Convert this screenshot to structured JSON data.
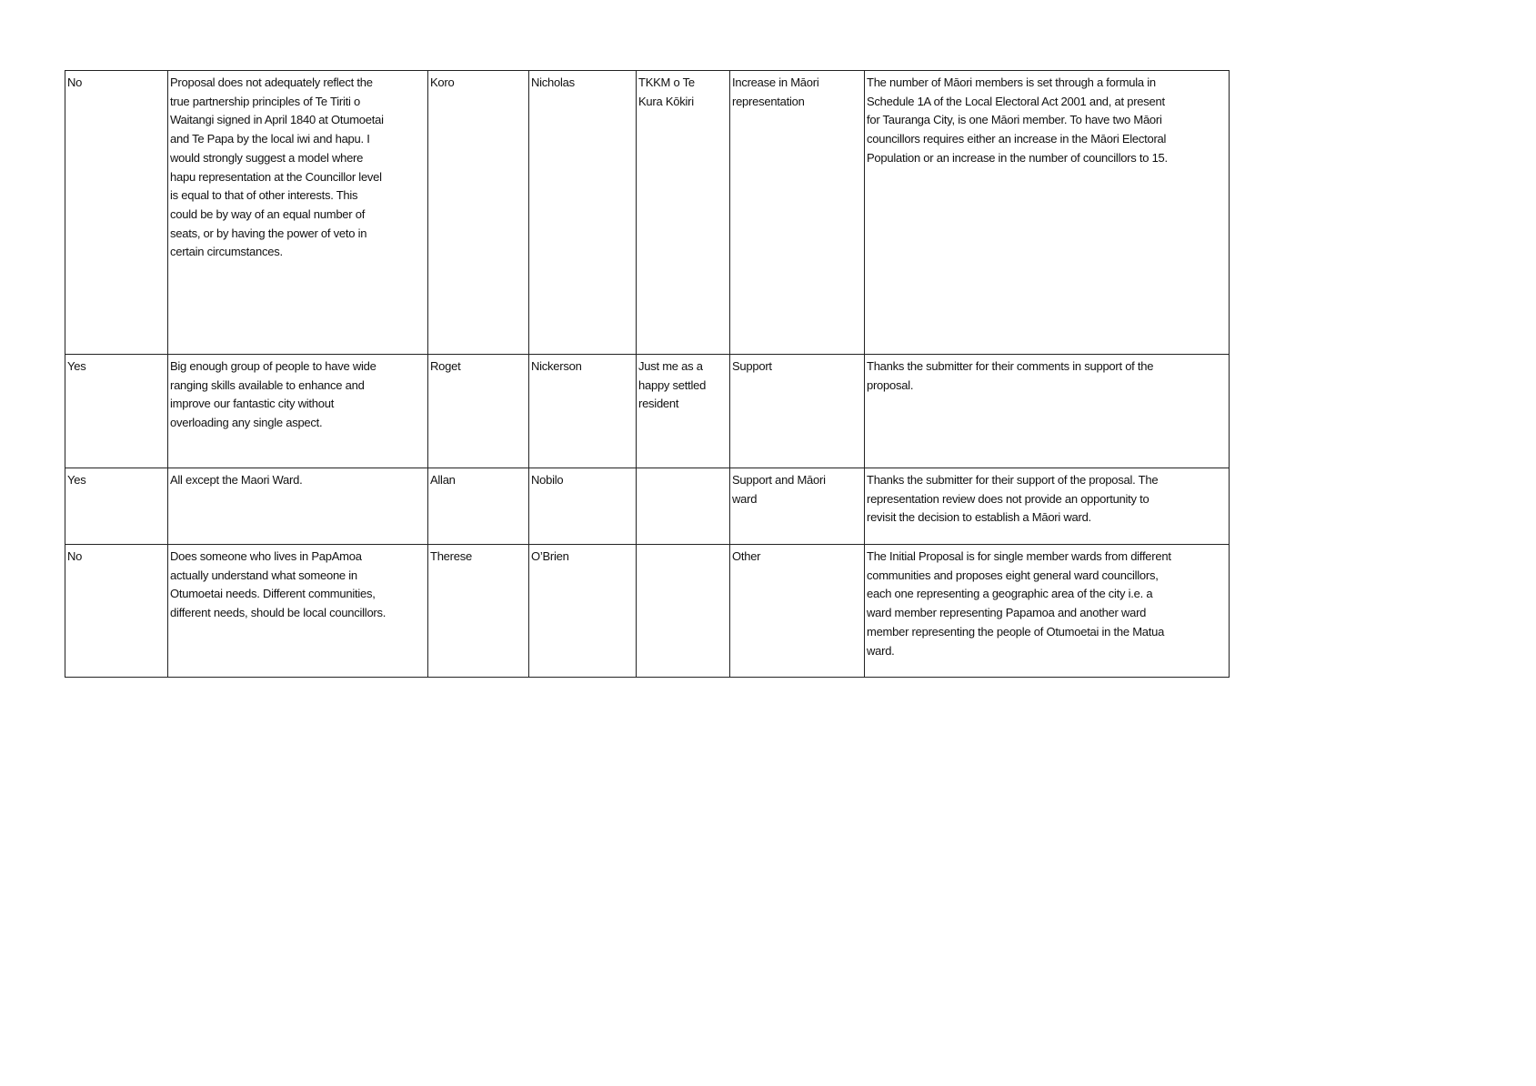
{
  "rows": [
    {
      "support": "No",
      "comment": "Proposal does not adequately reflect the\ntrue partnership principles of Te Tiriti o\nWaitangi signed in April 1840 at Otumoetai\nand Te Papa by the local iwi and hapu. I\nwould strongly suggest a model where\nhapu representation at the Councillor level\nis equal to that of other interests. This\ncould be by way of an equal number of\nseats, or by having the power of veto in\ncertain circumstances.",
      "first_name": "Koro",
      "last_name": "Nicholas",
      "organisation": "TKKM o Te\nKura Kōkiri",
      "topic": "Increase in Māori\nrepresentation",
      "response": "The number of Māori members is set through a formula in\nSchedule 1A of the Local Electoral Act 2001 and, at present\nfor Tauranga City, is one Māori member. To have two Māori\ncouncillors requires either an increase in the Māori Electoral\nPopulation or an increase in the number of councillors to 15."
    },
    {
      "support": "Yes",
      "comment": "Big enough group of people to have wide\nranging skills available to enhance and\nimprove our fantastic city without\noverloading any single aspect.",
      "first_name": "Roget",
      "last_name": "Nickerson",
      "organisation": "Just me as a\nhappy settled\nresident",
      "topic": "Support",
      "response": "Thanks the submitter for their comments in support of the\nproposal."
    },
    {
      "support": "Yes",
      "comment": "All except the Maori Ward.",
      "first_name": "Allan",
      "last_name": "Nobilo",
      "organisation": "",
      "topic": "Support and Māori\nward",
      "response": "Thanks the submitter for their support of the proposal. The\nrepresentation review does not provide an opportunity to\nrevisit the decision to establish a Māori ward."
    },
    {
      "support": "No",
      "comment": "Does someone who lives in PapAmoa\nactually understand what someone in\nOtumoetai needs. Different communities,\ndifferent needs, should be local councillors.",
      "first_name": "Therese",
      "last_name": "O’Brien",
      "organisation": "",
      "topic": "Other",
      "response": "The Initial Proposal is for single member wards from different\ncommunities and proposes eight general ward councillors,\neach one representing a geographic area of the city i.e. a\nward member representing Papamoa and another ward\nmember representing the people of Otumoetai in the Matua\nward."
    }
  ]
}
